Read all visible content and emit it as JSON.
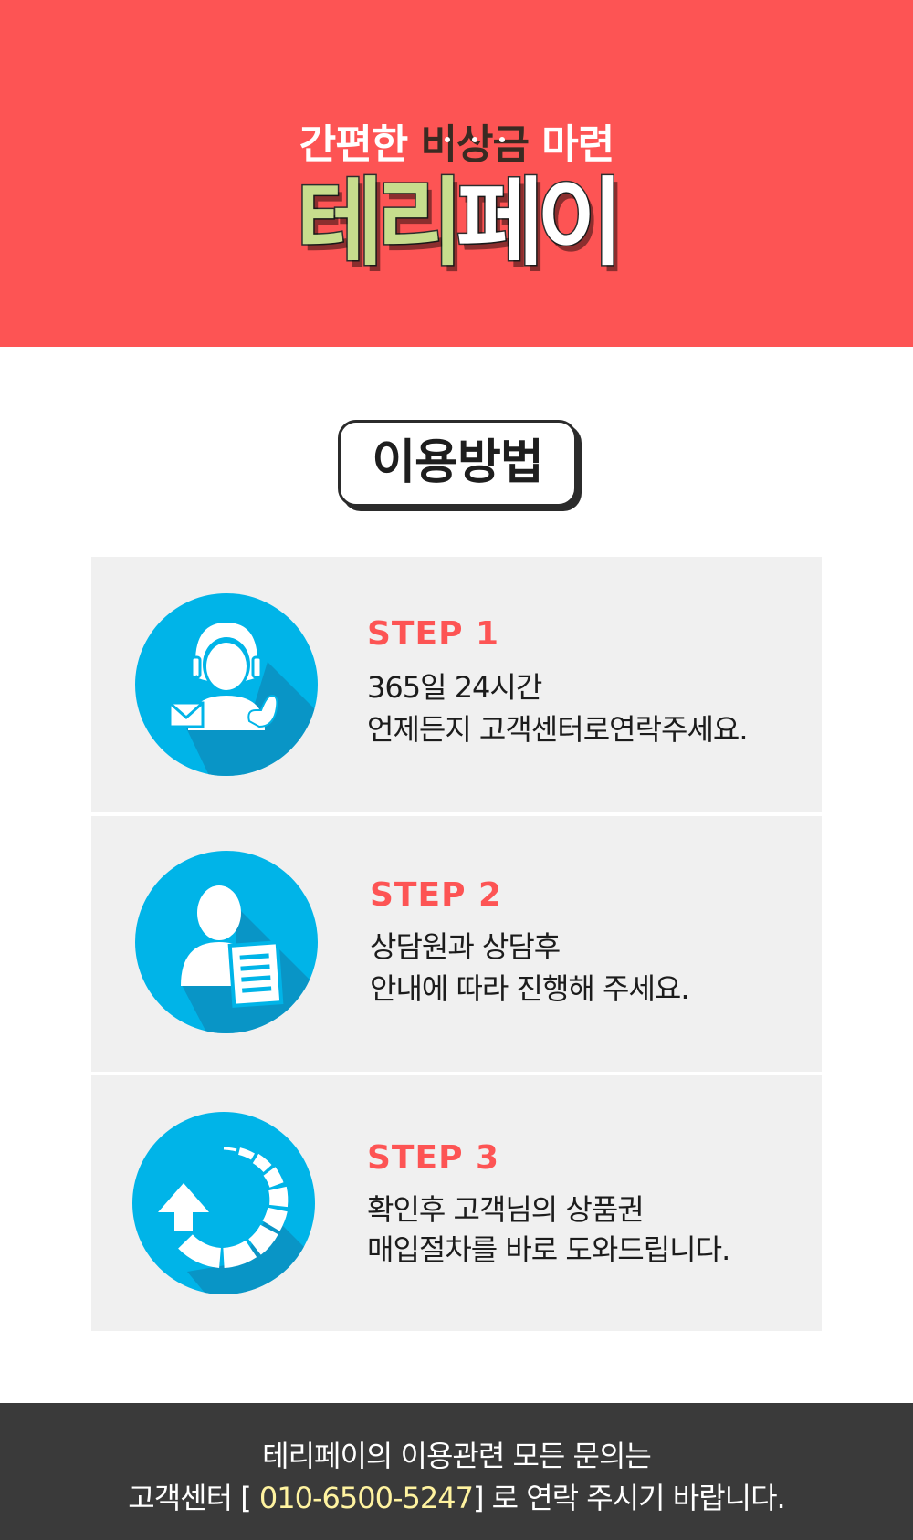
{
  "colors": {
    "hero_bg": "#fd5454",
    "brand_green": "#c7dd8d",
    "card_bg": "#f0f0f0",
    "icon_blue": "#00b4e8",
    "step_red": "#fd5454",
    "footer_bg": "#3a3a3a",
    "phone_yellow": "#fff3a0"
  },
  "hero": {
    "subtitle_before": "간편한",
    "subtitle_emphasis": "비상금",
    "subtitle_after": "마련",
    "brand_green": "테리",
    "brand_white": "페이"
  },
  "howto": {
    "title": "이용방법"
  },
  "steps": [
    {
      "title": "STEP 1",
      "line1": "365일 24시간",
      "line2": "언제든지 고객센터로연락주세요.",
      "icon": "customer-support-icon"
    },
    {
      "title": "STEP 2",
      "line1": "상담원과 상담후",
      "line2": "안내에 따라 진행해 주세요.",
      "icon": "consultant-document-icon"
    },
    {
      "title": "STEP 3",
      "line1": "확인후 고객님의 상품권",
      "line2": "매입절차를 바로 도와드립니다.",
      "icon": "process-loop-icon"
    }
  ],
  "footer": {
    "line1": "테리페이의 이용관련 모든 문의는",
    "prefix": "고객센터 [",
    "phone": "010-6500-5247",
    "suffix": "] 로 연락 주시기 바랍니다."
  }
}
